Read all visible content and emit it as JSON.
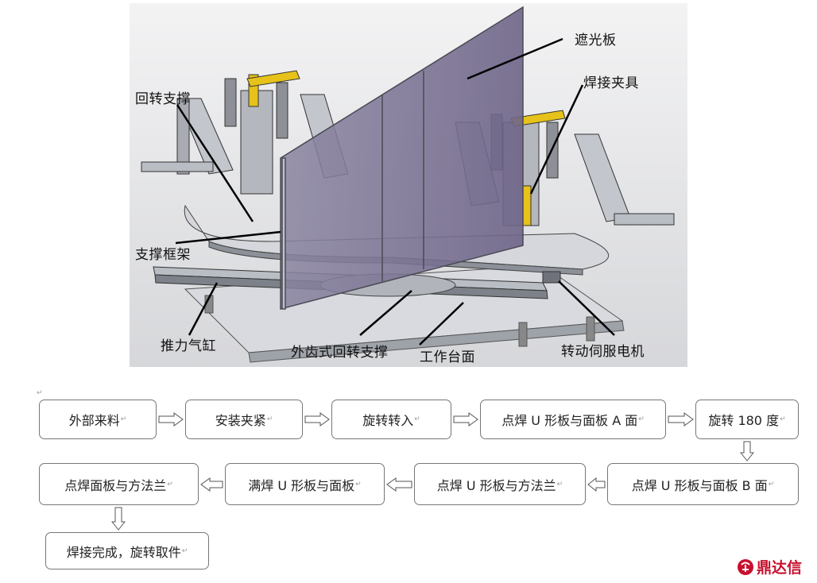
{
  "callouts": {
    "shade_panel": "遮光板",
    "weld_fixture": "焊接夹具",
    "slewing_support": "回转支撑",
    "support_frame": "支撑框架",
    "thrust_cylinder": "推力气缸",
    "external_gear_slewing": "外齿式回转支撑",
    "worktable": "工作台面",
    "servo_motor": "转动伺服电机"
  },
  "flow": {
    "row1": [
      "外部来料",
      "安装夹紧",
      "旋转转入",
      "点焊 U 形板与面板 A 面",
      "旋转 180 度"
    ],
    "row2": [
      "点焊 U 形板与面板 B 面",
      "点焊 U 形板与方法兰",
      "满焊 U 形板与面板",
      "点焊面板与方法兰"
    ],
    "row3": [
      "焊接完成，旋转取件"
    ],
    "return_mark": "↵"
  },
  "watermark": {
    "text": "鼎达信",
    "color": "#c8102e"
  },
  "colors": {
    "panel": "#7a7094",
    "frame": "#b9bcc2",
    "yellow": "#e6c21a",
    "background": "#e3e4e7"
  }
}
